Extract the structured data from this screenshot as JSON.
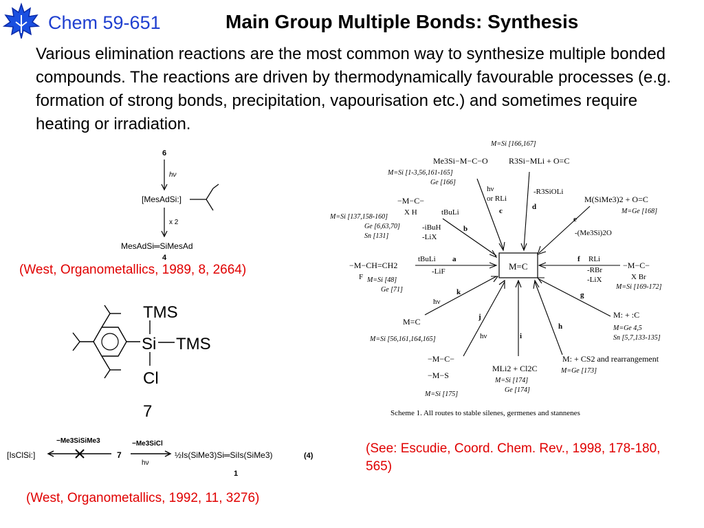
{
  "header": {
    "logo_icon": "maple-leaf-icon",
    "course": "Chem 59-651",
    "title": "Main Group Multiple Bonds: Synthesis"
  },
  "intro": "Various elimination reactions are the most common way to synthesize multiple bonded compounds.  The reactions are driven by thermodynamically favourable processes (e.g. formation of strong bonds, precipitation, vapourisation etc.) and sometimes require heating or irradiation.",
  "figure1": {
    "start_label": "6",
    "step1": "hν",
    "intermediate": "[MesAdSi:]",
    "step2": "x 2",
    "product": "MesAdSi═SiMesAd",
    "product_label": "4",
    "citation": "(West, Organometallics, 1989, 8, 2664)"
  },
  "figure2": {
    "top": "TMS",
    "center": "Si",
    "right": "TMS",
    "bottom": "Cl",
    "label": "7"
  },
  "figure3": {
    "left": "[IsClSi:]",
    "back_reagent": "−Me3SiSiMe3",
    "reagent": "−Me3SiCl",
    "condition": "hν",
    "start": "7",
    "product": "½Is(SiMe3)Si═SiIs(SiMe3)",
    "eq_number": "(4)",
    "product_label": "1",
    "citation": "(West, Organometallics, 1992, 11, 3276)"
  },
  "scheme": {
    "center": "M=C",
    "caption": "Scheme 1. All routes to stable silenes, germenes and stannenes",
    "citation": "(See: Escudie, Coord. Chem. Rev., 1998, 178-180, 565)",
    "top_refs": "M=Si [166,167]",
    "top_left_formula": "Me3Si−M−C−O",
    "top_right_formula": "R3Si−MLi + O=C",
    "refs_tl": "M=Si [1-3,56,161-165]",
    "refs_tl2": "Ge [166]",
    "refs_left1": "M=Si [137,158-160]",
    "refs_left2": "Ge [6,63,70]",
    "refs_left3": "Sn [131]",
    "a_reagent": "tBuLi",
    "a_byproduct": "-LiF",
    "a_formula": "−M−CH=CH2",
    "a_refs1": "M=Si [48]",
    "a_refs2": "Ge [71]",
    "b_reagent": "tBuLi",
    "b_byproduct1": "-iBuH",
    "b_byproduct2": "-LiX",
    "c_reagent1": "hν",
    "c_reagent2": "or RLi",
    "d_reagent": "-R3SiOLi",
    "e_formula": "M(SiMe3)2 + O=C",
    "e_refs": "M=Ge [168]",
    "e_byproduct": "-(Me3Si)2O",
    "f_reagent": "RLi",
    "f_byproduct1": "-RBr",
    "f_byproduct2": "-LiX",
    "f_refs": "M=Si [169-172]",
    "g_formula": "M: + :C",
    "g_refs1": "M=Ge 4,5",
    "g_refs2": "Sn [5,7,133-135]",
    "h_formula": "M: + CS2 and rearrangement",
    "h_refs": "M=Ge [173]",
    "i_formula": "MLi2 + Cl2C",
    "i_refs1": "M=Si [174]",
    "i_refs2": "Ge [174]",
    "j_reagent": "hν",
    "j_refs": "M=Si [175]",
    "k_reagent": "hν",
    "k_refs": "M=Si [56,161,164,165]",
    "k_formula": "M=C",
    "labels": [
      "a",
      "b",
      "c",
      "d",
      "e",
      "f",
      "g",
      "h",
      "i",
      "j",
      "k"
    ]
  }
}
